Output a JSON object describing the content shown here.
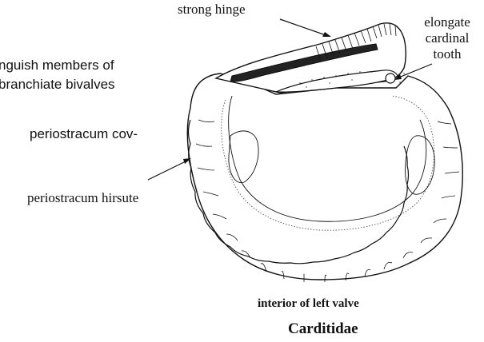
{
  "background_text": {
    "line1": "nguish members of",
    "line2": "branchiate bivalves",
    "line3": "periostracum cov-"
  },
  "labels": {
    "strong_hinge": "strong hinge",
    "elongate": "elongate",
    "cardinal": "cardinal",
    "tooth": "tooth",
    "periostracum_hirsute": "periostracum hirsute"
  },
  "captions": {
    "view": "interior of left valve",
    "family": "Carditidae"
  }
}
